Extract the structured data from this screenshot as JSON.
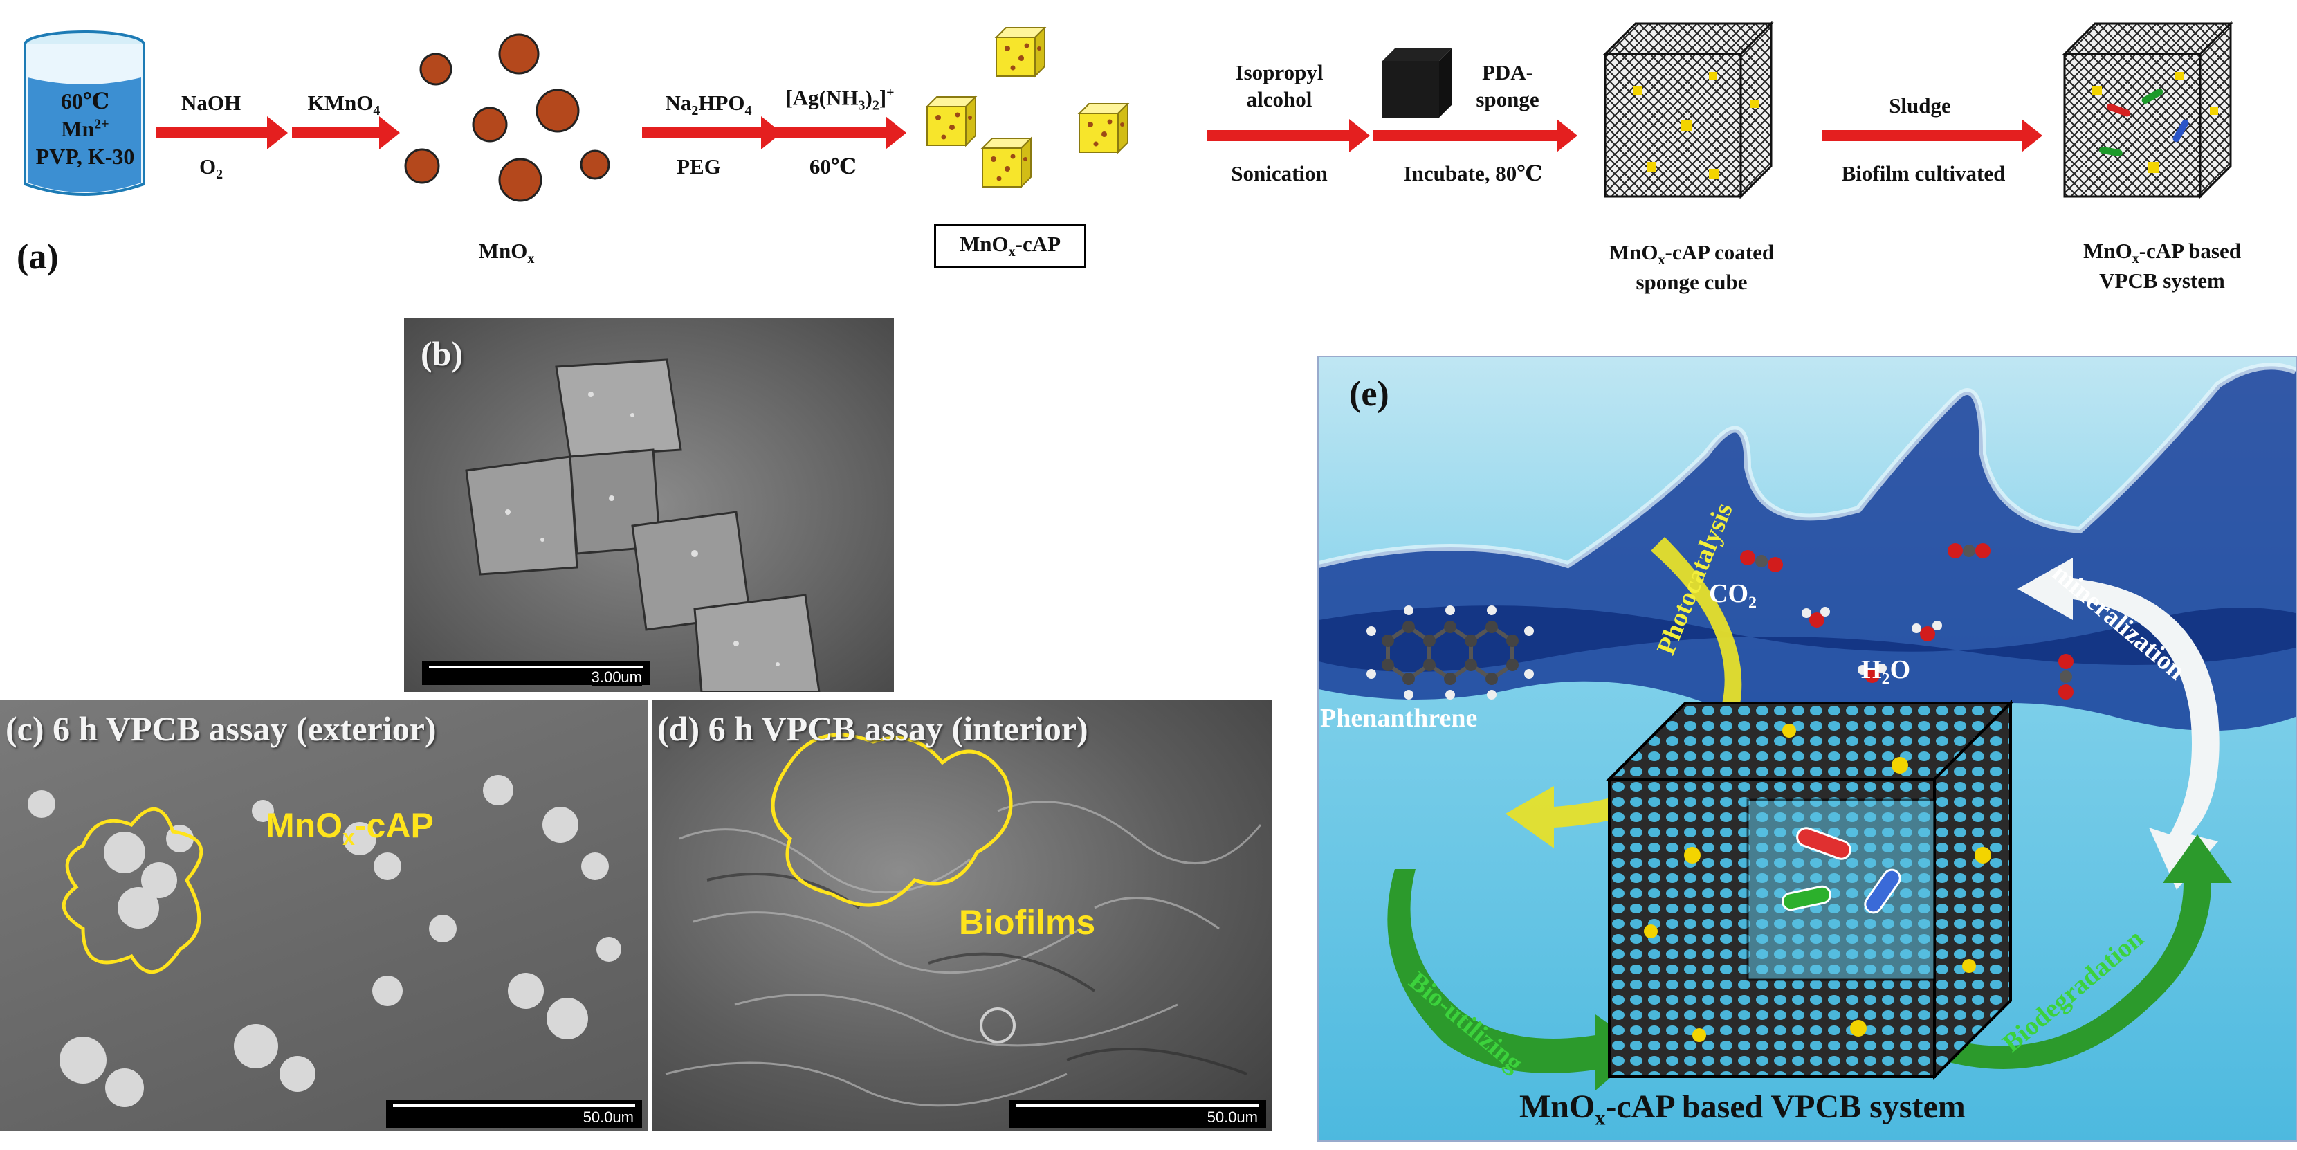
{
  "panel_a": {
    "label": "(a)",
    "beaker": {
      "temp": "60℃",
      "ion": "Mn",
      "ion_charge": "2+",
      "reagents": "PVP, K-30"
    },
    "step1": {
      "top": "NaOH",
      "bottom_base": "O",
      "bottom_sub": "2"
    },
    "step2": {
      "top_base": "KMnO",
      "top_sub": "4"
    },
    "mnox_label": {
      "base": "MnO",
      "sub": "x"
    },
    "step3": {
      "top_base": "Na",
      "top_sub1": "2",
      "top_mid": "HPO",
      "top_sub2": "4",
      "bottom": "PEG"
    },
    "step4": {
      "top_a": "[Ag(NH",
      "top_sub1": "3",
      "top_b": ")",
      "top_sub2": "2",
      "top_c": "]",
      "top_sup": "+",
      "bottom": "60℃"
    },
    "cap_box": {
      "base": "MnO",
      "sub": "x",
      "rest": "-cAP"
    },
    "step5": {
      "top1": "Isopropyl",
      "top2": "alcohol",
      "bottom": "Sonication"
    },
    "step6": {
      "top1": "PDA-",
      "top2": "sponge",
      "bottom": "Incubate, 80℃"
    },
    "sponge_label": {
      "line1_base": "MnO",
      "line1_sub": "x",
      "line1_rest": "-cAP coated",
      "line2": "sponge cube"
    },
    "step7": {
      "top": "Sludge",
      "bottom": "Biofilm cultivated"
    },
    "vpcb_label": {
      "line1_base": "MnO",
      "line1_sub": "x",
      "line1_rest": "-cAP based",
      "line2": "VPCB system"
    }
  },
  "panel_b": {
    "label": "(b)",
    "scale": "3.00um"
  },
  "panel_c": {
    "label": "(c) 6 h VPCB assay (exterior)",
    "annotation_base": "MnO",
    "annotation_sub": "x",
    "annotation_rest": "-cAP",
    "scale": "50.0um"
  },
  "panel_d": {
    "label": "(d) 6 h VPCB assay (interior)",
    "annotation": "Biofilms",
    "scale": "50.0um"
  },
  "panel_e": {
    "label": "(e)",
    "phenanthrene": "Phenanthrene",
    "photocatalysis": "Photocatalysis",
    "co2_base": "CO",
    "co2_sub": "2",
    "h2o_a": "H",
    "h2o_sub": "2",
    "h2o_b": "O",
    "mineralization": "mineralization",
    "bio_utilizing": "Bio-utilizing",
    "biodegradation": "Biodegradation",
    "caption_base": "MnO",
    "caption_sub": "x",
    "caption_rest": "-cAP based VPCB system"
  },
  "colors": {
    "arrow_red": "#e41f1f",
    "particle_brown": "#b4481c",
    "cube_yellow": "#f7e52b",
    "annot_yellow": "#ffe41c",
    "water_blue": "#1a3f9a",
    "bg_cyan": "#5ec6e6"
  }
}
